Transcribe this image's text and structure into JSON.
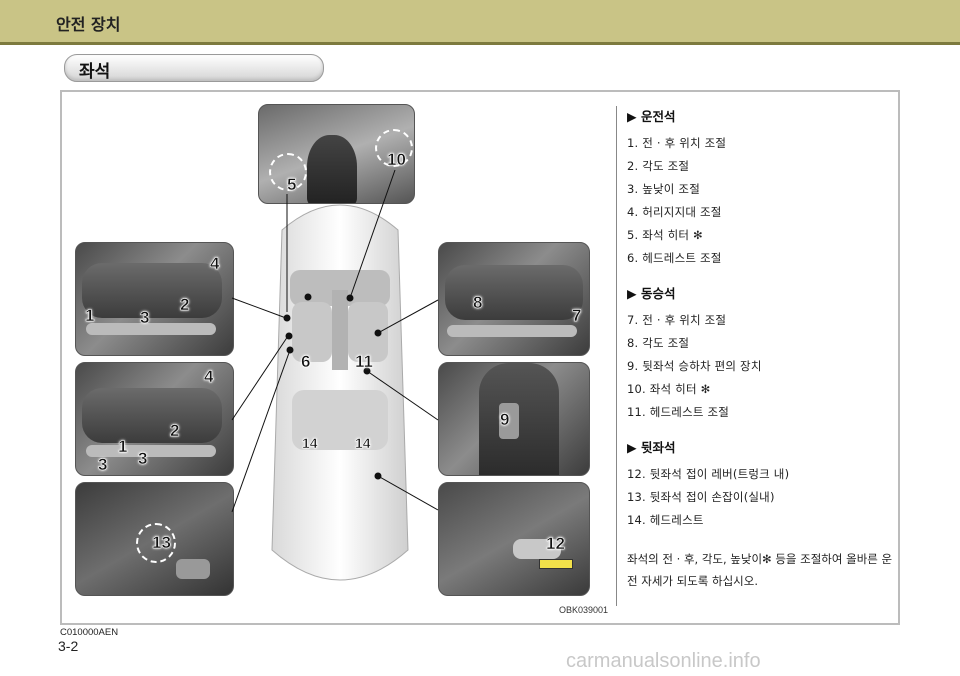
{
  "header": {
    "section": "안전 장치"
  },
  "title": "좌석",
  "image_code": "OBK039001",
  "ref_code": "C010000AEN",
  "page_number": "3-2",
  "watermark": "carmanualsonline.info",
  "callouts": {
    "n1": "1",
    "n2": "2",
    "n3": "3",
    "n4": "4",
    "n5": "5",
    "n6": "6",
    "n7": "7",
    "n8": "8",
    "n9": "9",
    "n10": "10",
    "n11": "11",
    "n12": "12",
    "n13": "13",
    "n14": "14"
  },
  "groups": [
    {
      "heading": "▶ 운전석",
      "items": [
        "1.  전 · 후 위치 조절",
        "2.  각도 조절",
        "3.  높낮이 조절",
        "4.  허리지지대 조절",
        "5.  좌석 히터 ✻",
        "6.  헤드레스트 조절"
      ]
    },
    {
      "heading": "▶ 동승석",
      "items": [
        "7.  전 · 후 위치 조절",
        "8.  각도 조절",
        "9.  뒷좌석 승하차 편의 장치",
        "10. 좌석 히터 ✻",
        "11. 헤드레스트 조절"
      ]
    },
    {
      "heading": "▶ 뒷좌석",
      "items": [
        "12. 뒷좌석 접이 레버(트렁크 내)",
        "13. 뒷좌석 접이 손잡이(실내)",
        "14.  헤드레스트"
      ]
    }
  ],
  "note": "좌석의 전 · 후, 각도, 높낮이✻ 등을 조절하여 올바른 운전 자세가 되도록 하십시오."
}
